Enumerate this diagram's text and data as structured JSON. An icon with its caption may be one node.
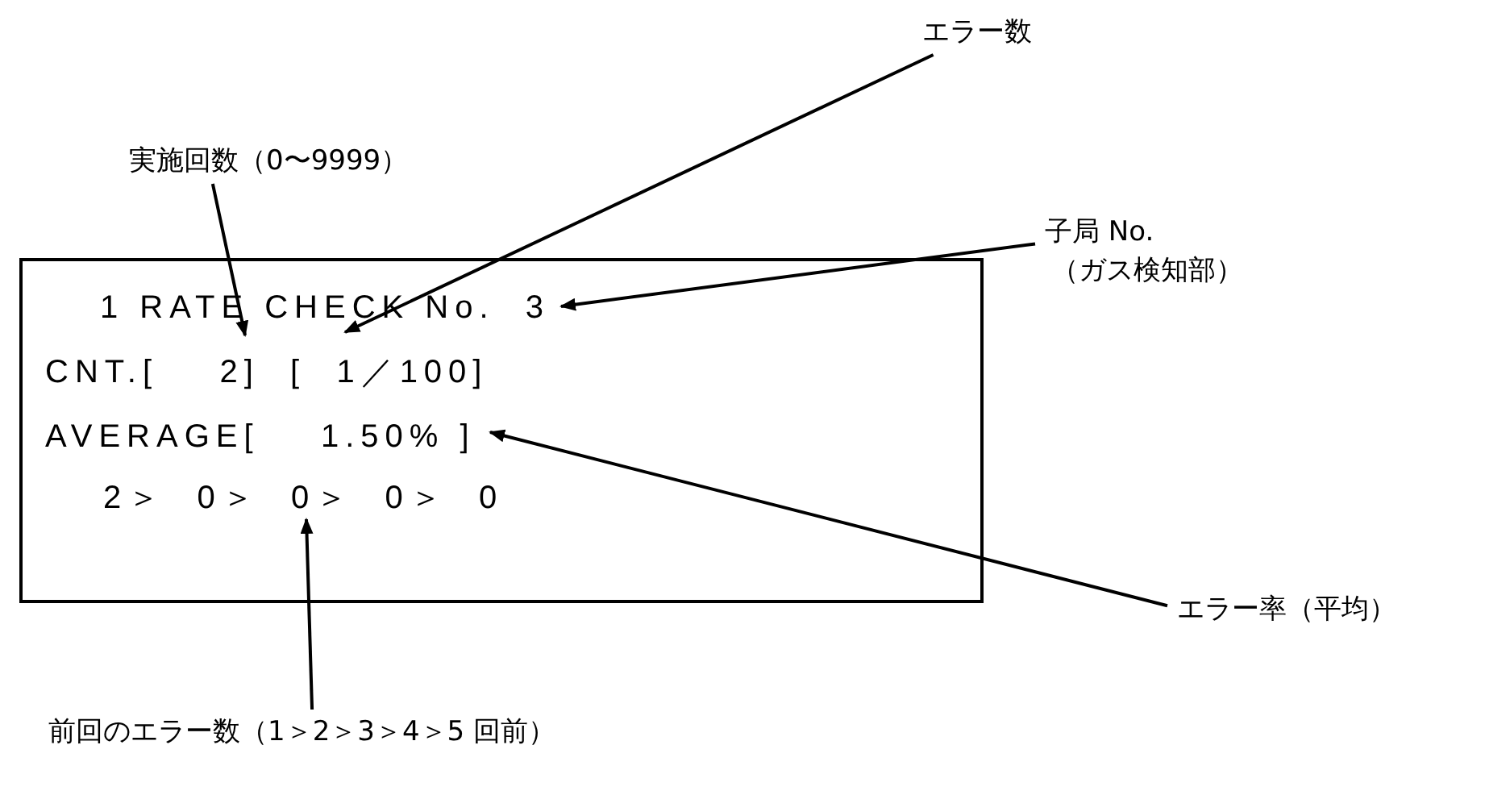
{
  "diagram": {
    "nodes": [
      {
        "text": [
          "エラー数"
        ]
      },
      {
        "text": [
          "実施回数（0〜9999）"
        ]
      },
      {
        "text": [
          "子局 No.",
          "（ガス検知部）"
        ]
      },
      {
        "text": [
          "1 RATE CHECK No.  3",
          "CNT.[    2]  [  1／100]",
          "AVERAGE[    1.50% ]",
          "2＞  0＞  0＞  0＞  0"
        ]
      },
      {
        "text": [
          "エラー率（平均）"
        ]
      },
      {
        "text": [
          "前回のエラー数（1＞2＞3＞4＞5 回前）"
        ]
      }
    ],
    "edges": [
      {
        "from": 0,
        "to": 3,
        "arrow": "to"
      },
      {
        "from": 1,
        "to": 3,
        "arrow": "to"
      },
      {
        "from": 2,
        "to": 3,
        "arrow": "to"
      },
      {
        "from": 4,
        "to": 3,
        "arrow": "to"
      },
      {
        "from": 5,
        "to": 3,
        "arrow": "to"
      }
    ]
  }
}
